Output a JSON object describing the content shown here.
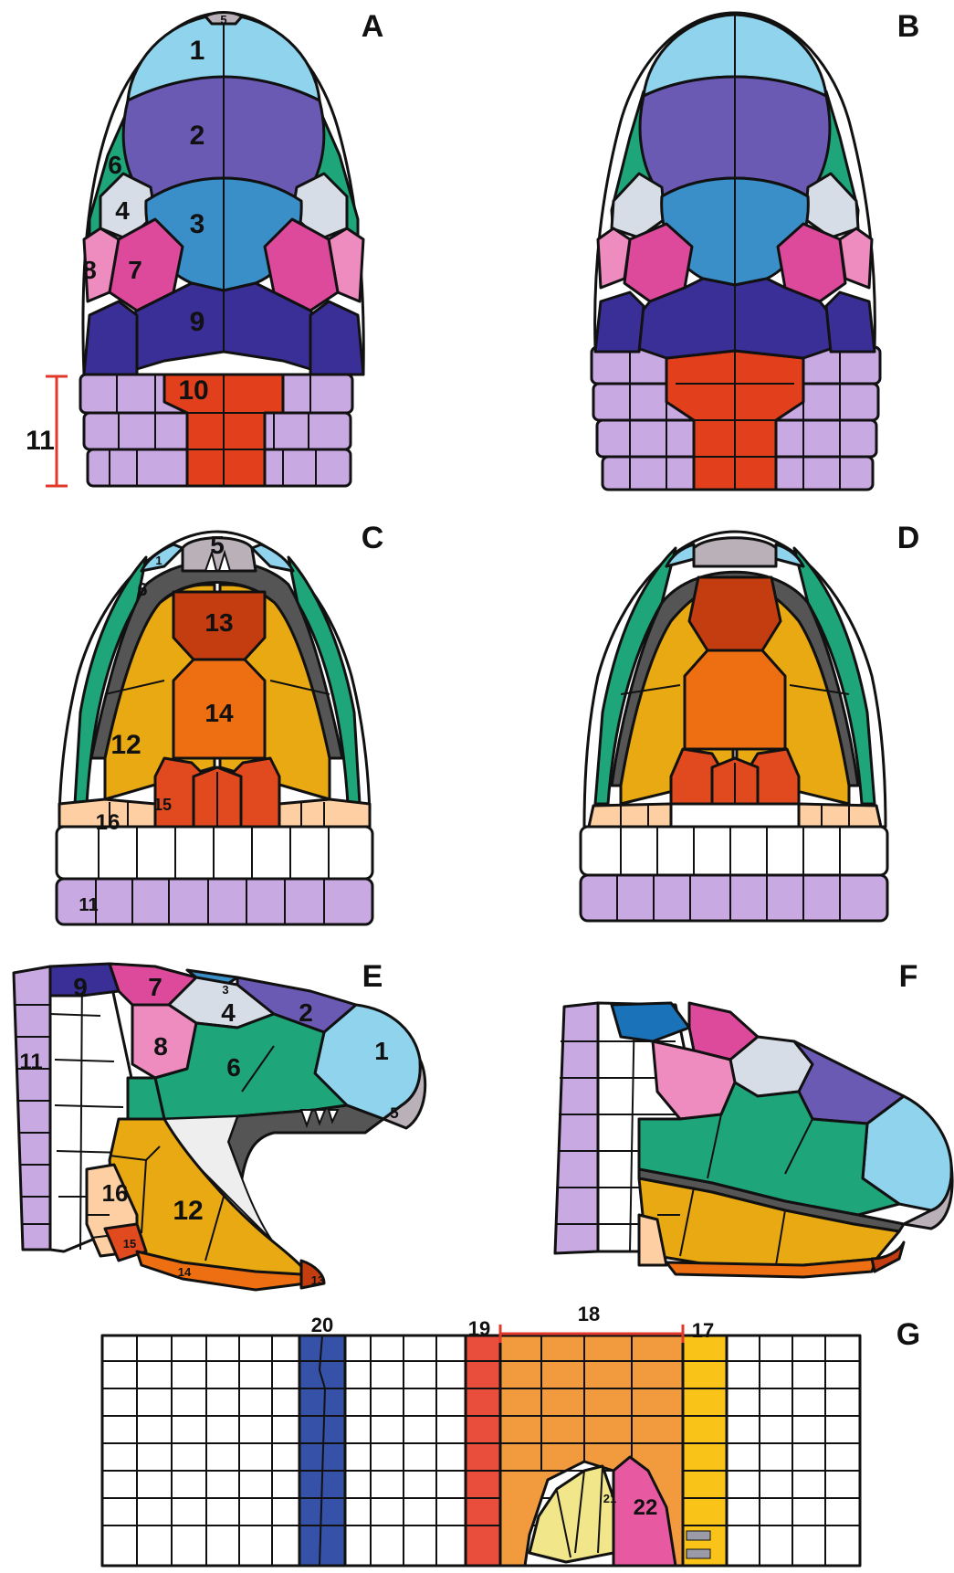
{
  "panels": [
    "A",
    "B",
    "C",
    "D",
    "E",
    "F",
    "G"
  ],
  "panel_a": {
    "labels": [
      "5",
      "1",
      "2",
      "6",
      "4",
      "3",
      "8",
      "7",
      "9",
      "10",
      "11"
    ]
  },
  "panel_c": {
    "labels": [
      "5",
      "1",
      "6",
      "13",
      "14",
      "12",
      "15",
      "16",
      "11"
    ]
  },
  "panel_e": {
    "labels": [
      "9",
      "7",
      "3",
      "4",
      "2",
      "1",
      "8",
      "6",
      "11",
      "5",
      "16",
      "12",
      "15",
      "14",
      "13"
    ]
  },
  "panel_g": {
    "labels": [
      "20",
      "19",
      "18",
      "17",
      "21",
      "22"
    ]
  },
  "colors": {
    "scale_1": "#8fd3ec",
    "scale_2": "#6a5ab4",
    "scale_3": "#3b8fc8",
    "scale_4": "#d7dde6",
    "scale_5": "#b9b0b8",
    "scale_6": "#1fa57a",
    "scale_7": "#dd4a9c",
    "scale_8": "#ee8cc0",
    "scale_9": "#3a2e97",
    "scale_10": "#e2401c",
    "scale_11": "#c9a9e2",
    "scale_12": "#e9a912",
    "scale_13": "#c43d10",
    "scale_14": "#ee6e12",
    "scale_15": "#e14a1e",
    "scale_16": "#fdcfa2",
    "scale_17": "#f9c417",
    "scale_18": "#f29a3e",
    "scale_19": "#e94d3c",
    "scale_20": "#3652a8",
    "scale_21": "#f2e68a",
    "scale_22": "#e75aa2",
    "scale_bar": "#e0392b"
  }
}
